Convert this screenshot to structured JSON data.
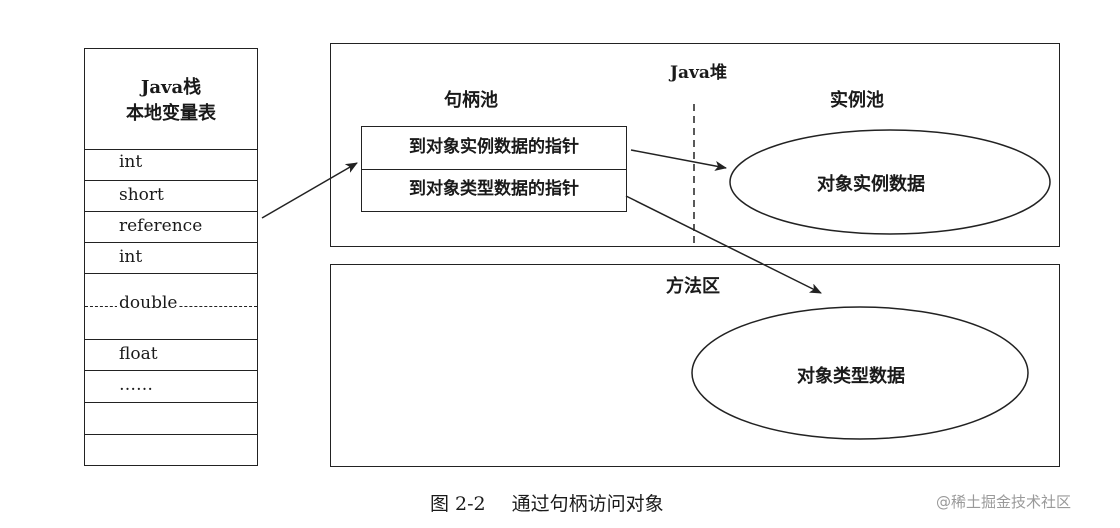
{
  "stack": {
    "title_line1": "Java栈",
    "title_line2": "本地变量表",
    "slots": [
      "int",
      "short",
      "reference",
      "int",
      "double",
      "float",
      "……",
      "",
      ""
    ]
  },
  "heap": {
    "title": "Java堆",
    "handle_pool_title": "句柄池",
    "instance_pool_title": "实例池",
    "handle_rows": [
      "到对象实例数据的指针",
      "到对象类型数据的指针"
    ],
    "instance_data": "对象实例数据"
  },
  "method_area": {
    "title": "方法区",
    "type_data": "对象类型数据"
  },
  "caption": {
    "number": "图 2-2",
    "text": "通过句柄访问对象"
  },
  "watermark": "@稀土掘金技术社区"
}
